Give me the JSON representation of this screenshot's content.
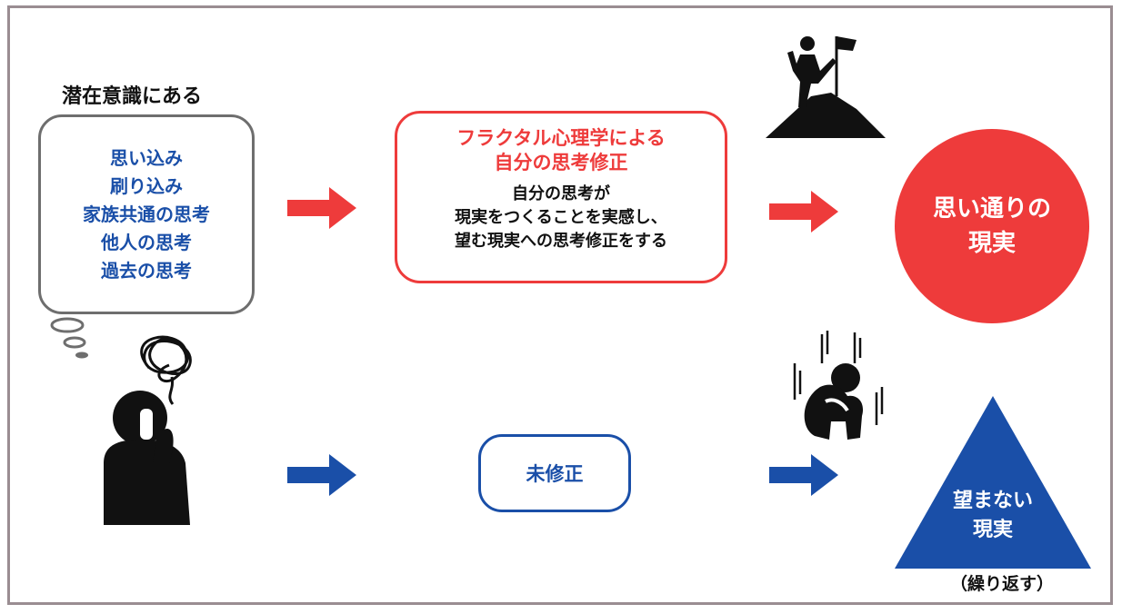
{
  "subconscious": {
    "title": "潜在意識にある",
    "items": [
      "思い込み",
      "刷り込み",
      "家族共通の思考",
      "他人の思考",
      "過去の思考"
    ]
  },
  "fractal": {
    "title_lines": [
      "フラクタル心理学による",
      "自分の思考修正"
    ],
    "body_lines": [
      "自分の思考が",
      "現実をつくることを実感し、",
      "望む現実への思考修正をする"
    ]
  },
  "uncorrected": {
    "label": "未修正"
  },
  "good_result": {
    "lines": [
      "思い通りの",
      "現実"
    ]
  },
  "bad_result": {
    "lines": [
      "望まない",
      "現実"
    ],
    "note": "（繰り返す）"
  },
  "colors": {
    "red": "#ee3b3b",
    "blue": "#1a4fa8",
    "gray_border": "#6e6e6e",
    "frame": "#9a8d92"
  },
  "icons": [
    "red-arrow-icon",
    "blue-arrow-icon",
    "summit-person-icon",
    "confused-person-icon",
    "sad-sitting-person-icon",
    "thought-bubble-icon"
  ]
}
